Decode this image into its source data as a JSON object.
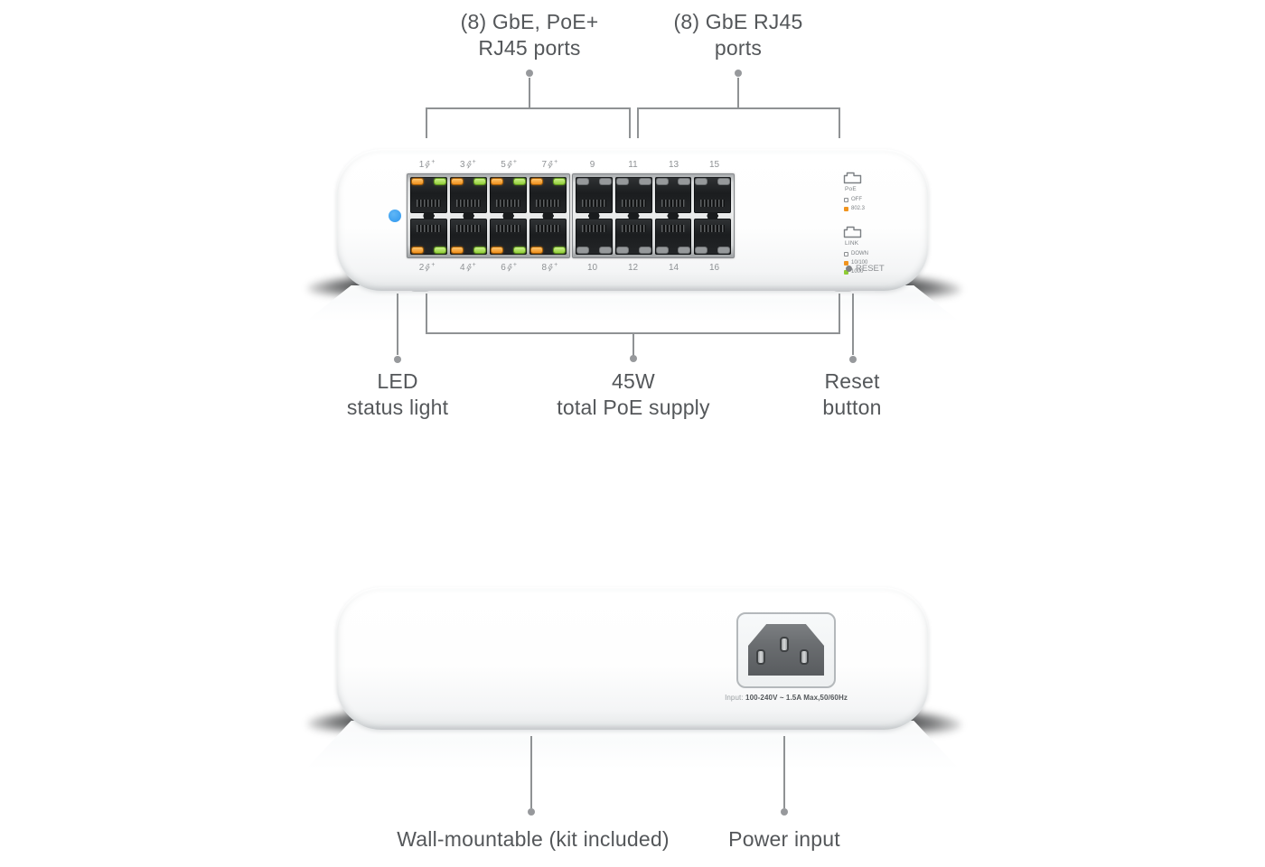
{
  "colors": {
    "status_led_blue": "#36a0f1",
    "poe_led_orange": "#f0941f",
    "link_led_green": "#8fcc35",
    "annotation_text": "#54575a",
    "connector_line": "#8f9294"
  },
  "front": {
    "label_groups": {
      "poe": {
        "line1": "(8) GbE, PoE+",
        "line2": "RJ45 ports"
      },
      "gbe": {
        "line1": "(8) GbE RJ45",
        "line2": "ports"
      }
    },
    "ports": {
      "plus": "+",
      "poe_top": [
        "1",
        "3",
        "5",
        "7"
      ],
      "gbe_top": [
        "9",
        "11",
        "13",
        "15"
      ],
      "poe_bottom": [
        "2",
        "4",
        "6",
        "8"
      ],
      "gbe_bottom": [
        "10",
        "12",
        "14",
        "16"
      ]
    },
    "legend": {
      "poe_title": "PoE",
      "poe_off": "OFF",
      "poe_8023": "802.3",
      "link_title": "LINK",
      "link_down": "DOWN",
      "link_10100": "10/100",
      "link_1000": "1000",
      "reset": "RESET"
    },
    "callouts": {
      "led": {
        "line1": "LED",
        "line2": "status light"
      },
      "poe_supply": {
        "line1": "45W",
        "line2": "total PoE supply"
      },
      "reset": {
        "line1": "Reset",
        "line2": "button"
      }
    }
  },
  "back": {
    "power_rating_prefix": "Input:",
    "power_rating": "100-240V ~ 1.5A Max,50/60Hz",
    "callouts": {
      "wall": "Wall-mountable (kit included)",
      "power": "Power input"
    }
  }
}
